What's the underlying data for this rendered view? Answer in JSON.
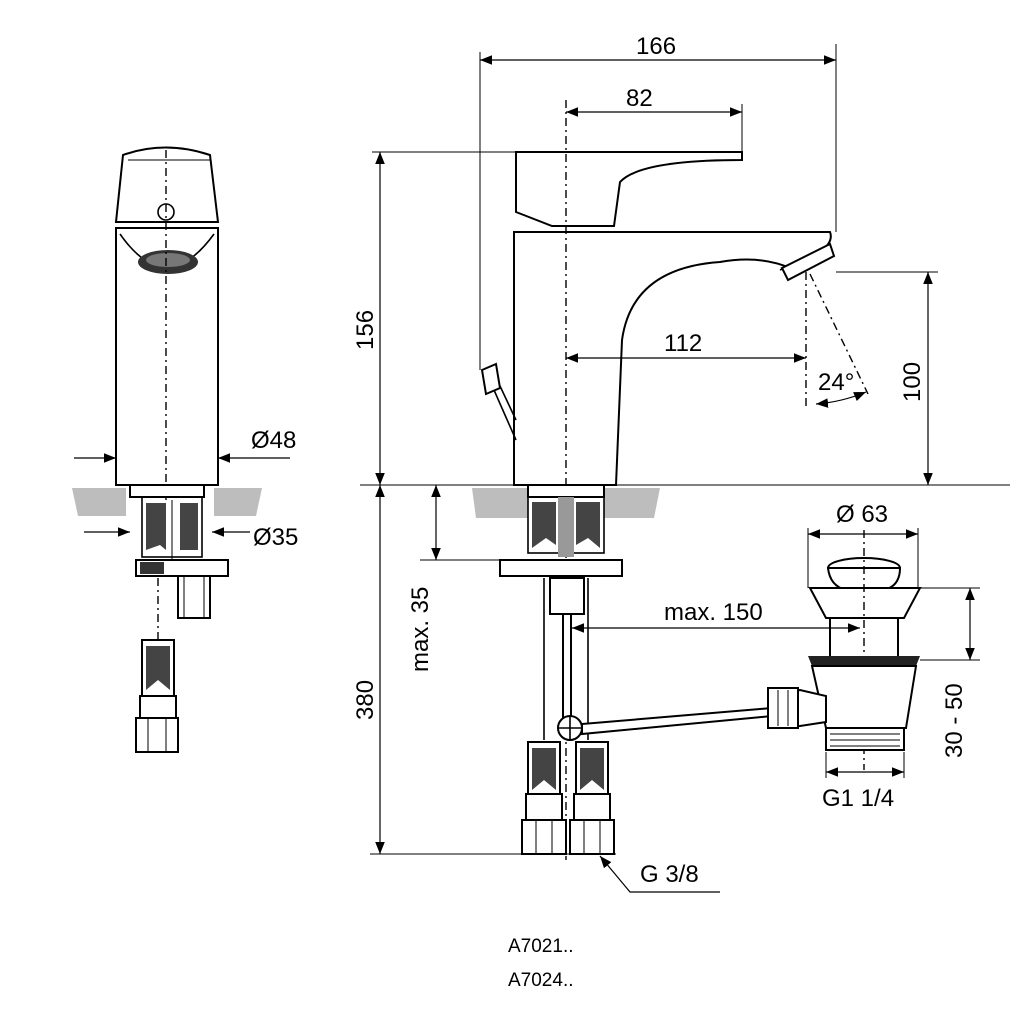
{
  "dimensions": {
    "overall_length": "166",
    "lever_reach": "82",
    "height": "156",
    "spout_reach": "112",
    "spout_angle": "24°",
    "spout_clearance": "100",
    "body_diameter": "Ø48",
    "mount_diameter": "Ø35",
    "drain_diameter": "Ø 63",
    "max_thickness": "max. 35",
    "max_drain_distance": "max. 150",
    "hose_length": "380",
    "drain_adjust": "30 - 50",
    "drain_thread": "G1 1/4",
    "hose_thread": "G 3/8"
  },
  "models": [
    "A7021..",
    "A7024.."
  ],
  "colors": {
    "ink": "#000000",
    "counter": "#bdbdbd"
  }
}
